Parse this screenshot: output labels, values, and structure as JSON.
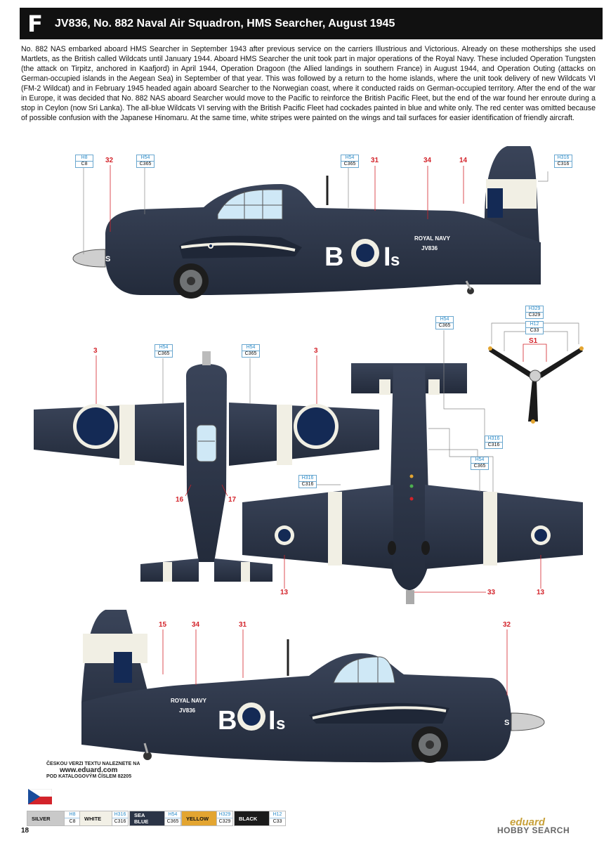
{
  "header": {
    "letter": "F",
    "title": "JV836, No. 882 Naval Air Squadron, HMS Searcher, August 1945"
  },
  "description": "No. 882 NAS embarked aboard HMS Searcher in September 1943 after previous service on the carriers Illustrious and Victorious. Already on these motherships she used Martlets, as the British called Wildcats until January 1944. Aboard HMS Searcher the unit took part in major operations of the Royal Navy. These included Operation Tungsten (the attack on Tirpitz, anchored in Kaafjord) in April 1944, Operation Dragoon (the Allied landings in southern France) in August 1944, and Operation Outing (attacks on German-occupied islands in the Aegean Sea) in September of that year. This was followed by a return to the home islands, where the unit took delivery of new Wildcats VI (FM-2 Wildcat) and in February 1945 headed again aboard Searcher to the Norwegian coast, where it conducted raids on German-occupied territory. After the end of the war in Europe, it was decided that No. 882 NAS aboard Searcher would move to the Pacific to reinforce the British Pacific Fleet, but the end of the war found her enroute during a stop in Ceylon (now Sri Lanka). The all-blue Wildcats VI serving with the British Pacific Fleet had cockades painted in blue and white only. The red center was omitted because of possible confusion with the Japanese Hinomaru. At the same time, white stripes were painted on the wings and tail surfaces for easier identification of friendly aircraft.",
  "markings": {
    "code": "BOIs",
    "code_letters": "B",
    "code_small": "s",
    "royal_navy": "ROYAL NAVY",
    "serial": "JV836",
    "nose_s": "S",
    "tail_under": "JV836"
  },
  "codes": {
    "h8": {
      "h": "H8",
      "c": "C8"
    },
    "h54": {
      "h": "H54",
      "c": "C365"
    },
    "h316": {
      "h": "H316",
      "c": "C316"
    },
    "h329": {
      "h": "H329",
      "c": "C329"
    },
    "h12": {
      "h": "H12",
      "c": "C33"
    }
  },
  "numbers": {
    "n32": "32",
    "n31": "31",
    "n34": "34",
    "n14": "14",
    "n3": "3",
    "n16": "16",
    "n17": "17",
    "n13": "13",
    "n33": "33",
    "n15": "15",
    "s1": "S1"
  },
  "footer": {
    "cz_line1": "ČESKOU VERZI TEXTU NALEZNETE NA",
    "cz_url": "www.eduard.com",
    "cz_line2": "POD KATALOGOVÝM ČÍSLEM 82205",
    "page": "18",
    "brand": "eduard",
    "watermark": "HOBBY SEARCH"
  },
  "legend": [
    {
      "name": "SILVER",
      "h": "H8",
      "c": "C8",
      "bg": "#c9c9c9",
      "fg": "#111"
    },
    {
      "name": "WHITE",
      "h": "H316",
      "c": "C316",
      "bg": "#f2f0e6",
      "fg": "#111"
    },
    {
      "name": "SEA BLUE",
      "h": "H54",
      "c": "C365",
      "bg": "#2b3446",
      "fg": "#fff"
    },
    {
      "name": "YELLOW",
      "h": "H329",
      "c": "C329",
      "bg": "#e3a531",
      "fg": "#111"
    },
    {
      "name": "BLACK",
      "h": "H12",
      "c": "C33",
      "bg": "#1b1b1b",
      "fg": "#fff"
    }
  ],
  "colors": {
    "sea_blue": "#2c3447",
    "white": "#f1efe4",
    "roundel_blue": "#142a55",
    "leader": "#d3232a"
  }
}
